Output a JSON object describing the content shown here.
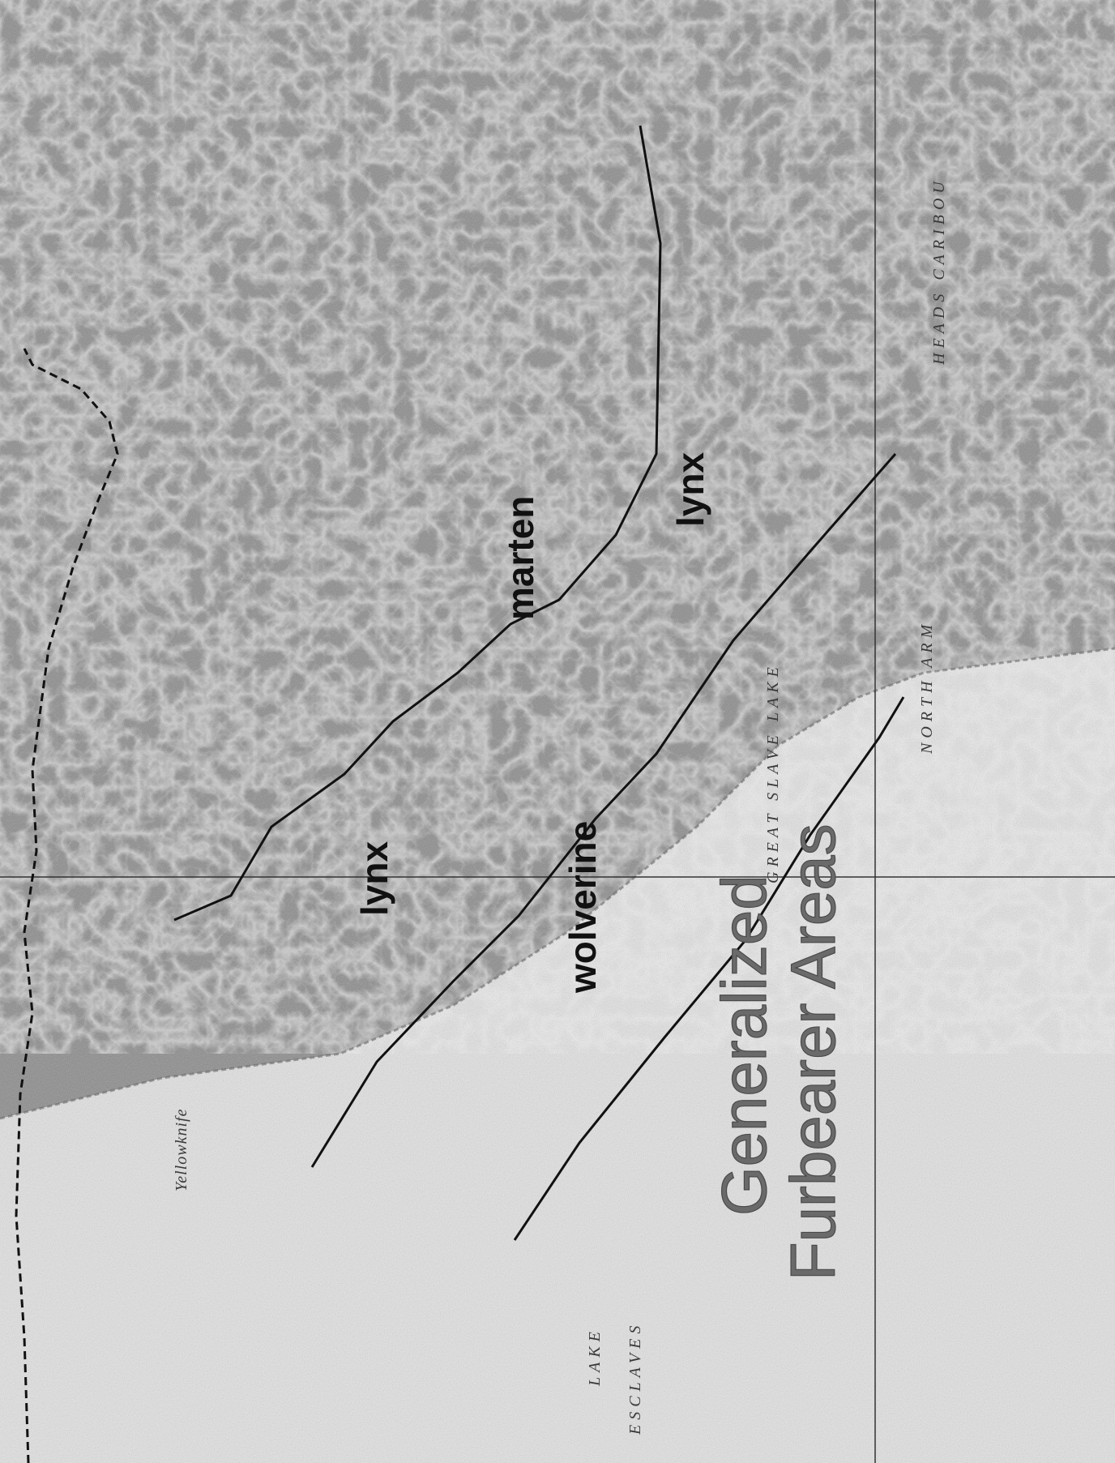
{
  "title": {
    "line1": "Generalized",
    "line2": "Furbearer Areas"
  },
  "zones": {
    "marten": "marten",
    "lynx_upper": "lynx",
    "lynx_lower": "lynx",
    "wolverine": "wolverine"
  },
  "map_labels": {
    "lake": "LAKE",
    "esclaves": "ESCLAVES",
    "great_slave_lake": "GREAT SLAVE LAKE",
    "north_arm": "NORTH ARM",
    "heads_caribou": "HEADS CARIBOU",
    "yellowknife": "Yellowknife"
  },
  "colors": {
    "land": "#8a8a8a",
    "land_dark": "#6e6e6e",
    "water": "#f2f2f2",
    "boundary_line": "#111111",
    "title_fill": "#6a6a6a"
  }
}
